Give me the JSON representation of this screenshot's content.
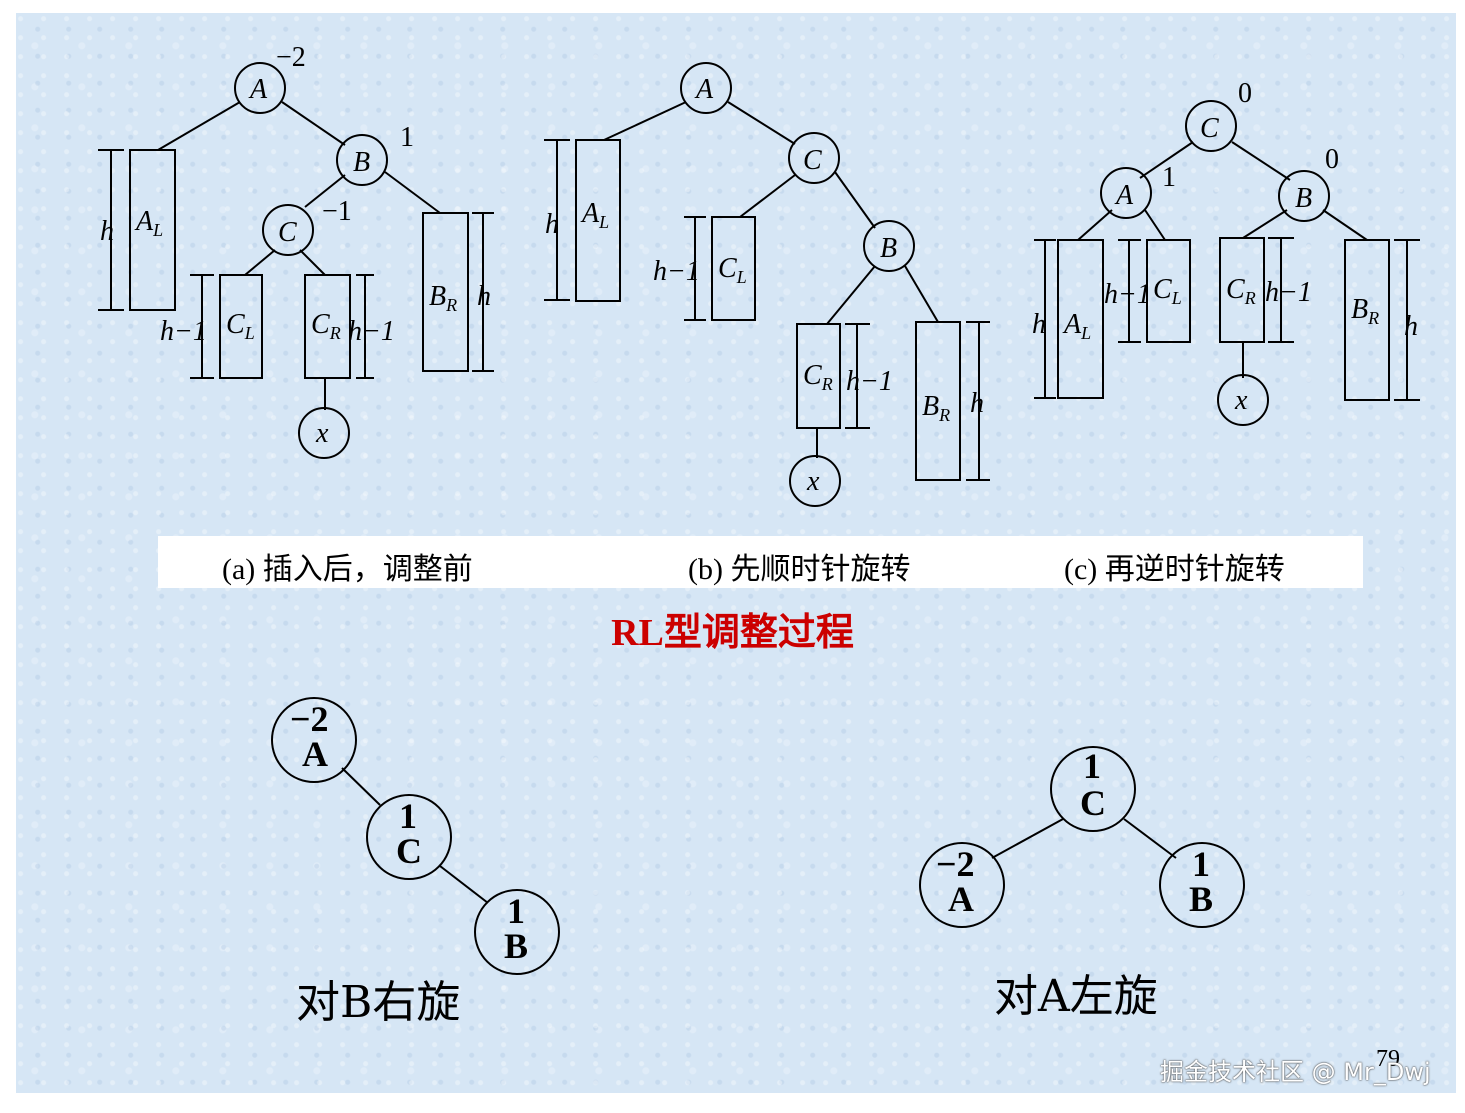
{
  "slide": {
    "title": "RL型调整过程",
    "page_number": "79",
    "watermark": "掘金技术社区 @ Mr_Dwj"
  },
  "captions": {
    "a": "(a)  插入后，调整前",
    "b": "(b)  先顺时针旋转",
    "c": "(c)  再逆时针旋转"
  },
  "labels": {
    "node_A": "A",
    "node_B": "B",
    "node_C": "C",
    "node_x": "x",
    "h": "h",
    "h_minus_1": "h−1",
    "AL_main": "A",
    "AL_sub": "L",
    "BR_main": "B",
    "BR_sub": "R",
    "CL_main": "C",
    "CL_sub": "L",
    "CR_main": "C",
    "CR_sub": "R"
  },
  "balance_factors": {
    "a_A": "−2",
    "a_B": "1",
    "a_C": "−1",
    "c_C": "0",
    "c_A": "1",
    "c_B": "0"
  },
  "small_trees": {
    "left": {
      "label": "对B右旋",
      "A_bf": "−2",
      "A": "A",
      "C_bf": "1",
      "C": "C",
      "B_bf": "1",
      "B": "B"
    },
    "right": {
      "label": "对A左旋",
      "C_bf": "1",
      "C": "C",
      "A_bf": "−2",
      "A": "A",
      "B_bf": "1",
      "B": "B"
    }
  }
}
